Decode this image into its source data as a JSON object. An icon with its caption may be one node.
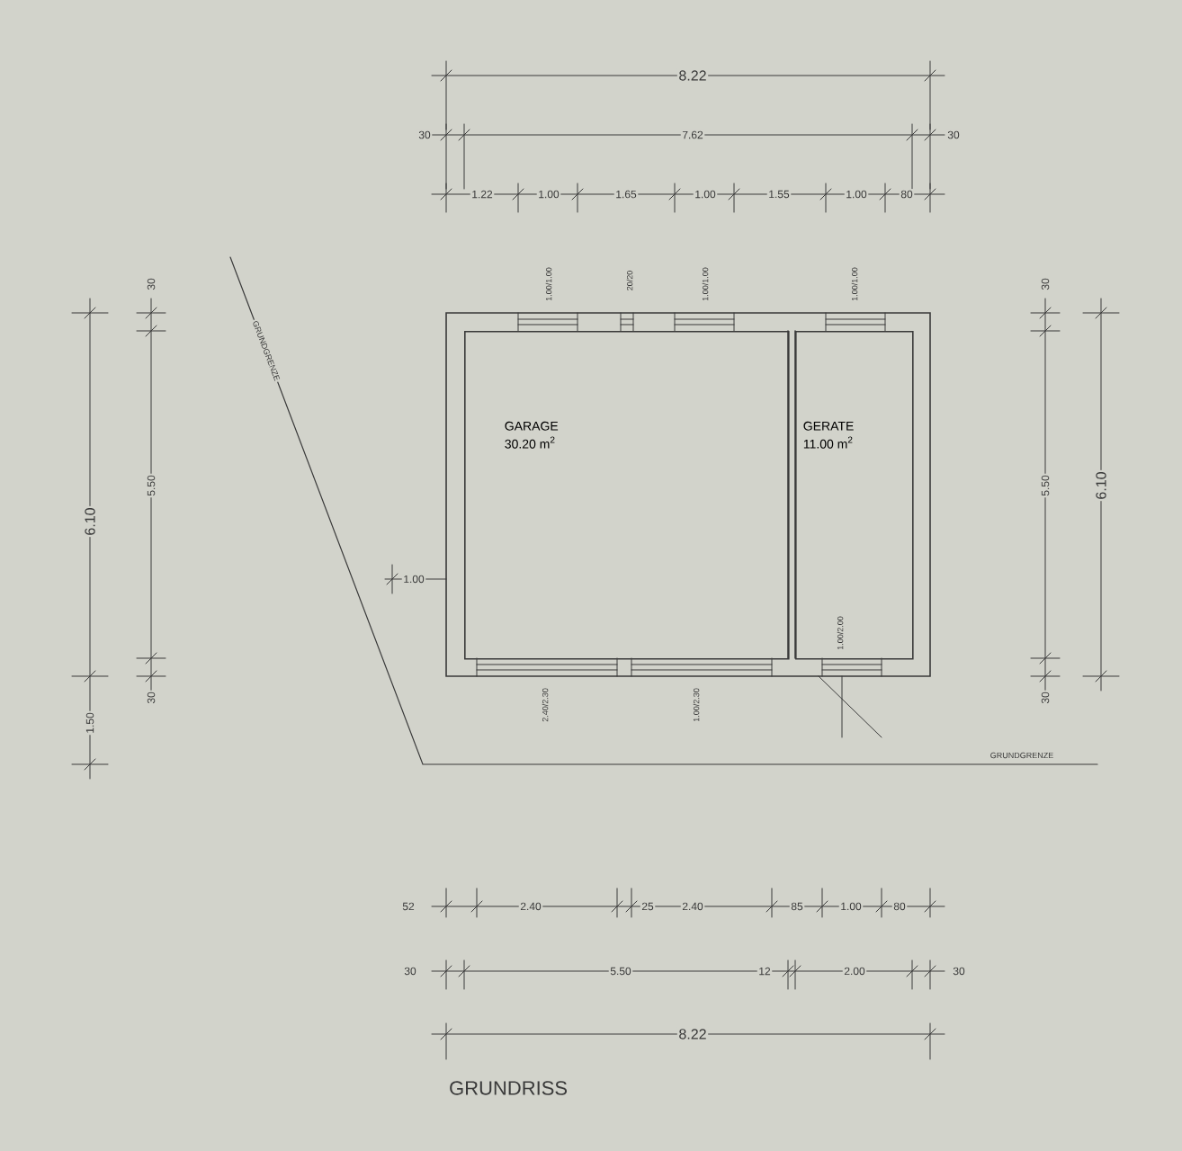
{
  "diagram": {
    "caption": "GRUNDRISS",
    "nodes": [
      {
        "text": [
          "GARAGE",
          "30.20 m$^{2}$"
        ]
      },
      {
        "text": [
          "GERATE",
          "11.00 m$^{2}$"
        ]
      }
    ],
    "labels": [
      "8.22",
      "30",
      "7.62",
      "30",
      "1.22",
      "1.00",
      "1.65",
      "1.00",
      "1.55",
      "1.00",
      "80",
      "1.00/1.00",
      "20/20",
      "1.00/1.00",
      "1.00/1.00",
      "30",
      "30",
      "GRUNDGRENZE",
      "6.10",
      "5.50",
      "5.50",
      "6.10",
      "1.00",
      "1.00/2.00",
      "30",
      "30",
      "1.50",
      "2.40/2.30",
      "1.00/2.30",
      "GRUNDGRENZE",
      "52",
      "2.40",
      "25",
      "2.40",
      "85",
      "1.00",
      "80",
      "30",
      "5.50",
      "12",
      "2.00",
      "30",
      "8.22"
    ]
  }
}
